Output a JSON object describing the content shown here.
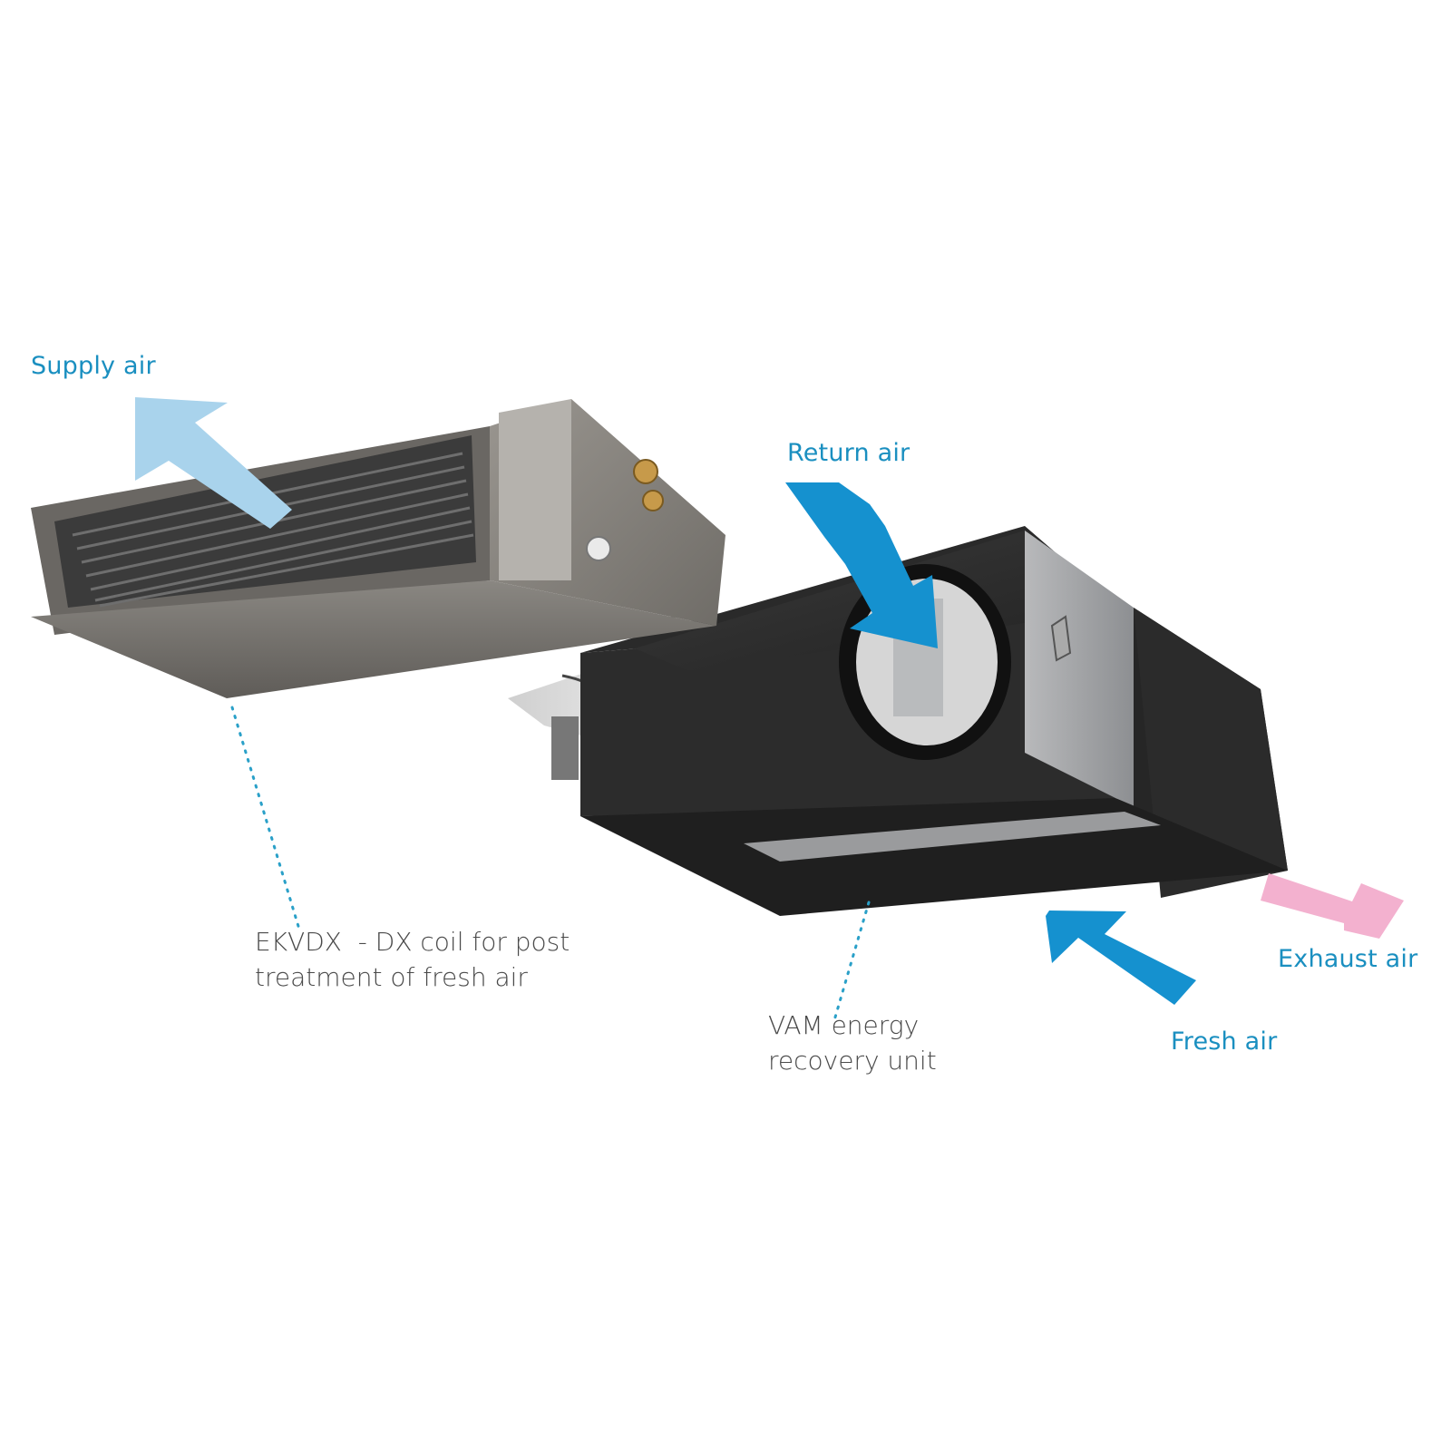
{
  "colors": {
    "label_blue": "#1a8fc0",
    "supply_arrow": "#a9d3ec",
    "return_fresh_arrow": "#1591cf",
    "exhaust_arrow": "#f3b1cf",
    "callout_text": "#4a4a4a",
    "leader_dots": "#2aa0c8",
    "unit_grey": "#7d7a75",
    "unit_black": "#2a2a2a"
  },
  "flows": {
    "supply": "Supply air",
    "return": "Return air",
    "exhaust": "Exhaust air",
    "fresh": "Fresh air"
  },
  "callouts": {
    "ekvdx": {
      "line1": "EKVDX  - DX coil for post",
      "line2": "treatment of fresh air"
    },
    "vam": {
      "line1": "VAM energy",
      "line2": "recovery unit"
    }
  }
}
